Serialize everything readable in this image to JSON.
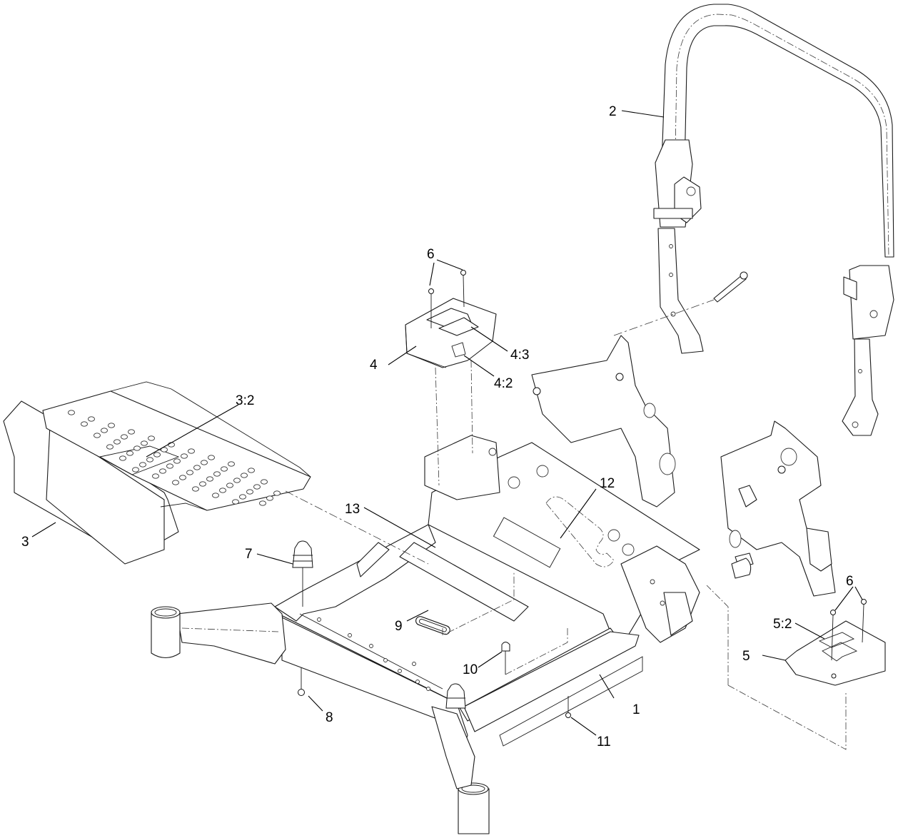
{
  "diagram": {
    "type": "exploded-parts-diagram",
    "subject": "mower frame, roll bar, foot platform and covers",
    "colors": {
      "line": "#1a1a1a",
      "background": "#ffffff"
    },
    "callouts": [
      {
        "id": "1",
        "label": "1",
        "part": "main-frame"
      },
      {
        "id": "2",
        "label": "2",
        "part": "roll-bar"
      },
      {
        "id": "3",
        "label": "3",
        "part": "foot-platform"
      },
      {
        "id": "3:2",
        "label": "3:2",
        "part": "foot-platform-decal"
      },
      {
        "id": "4",
        "label": "4",
        "part": "left-cover"
      },
      {
        "id": "4:2",
        "label": "4:2",
        "part": "left-cover-decal"
      },
      {
        "id": "4:3",
        "label": "4:3",
        "part": "left-cover-top-decal"
      },
      {
        "id": "5",
        "label": "5",
        "part": "right-cover"
      },
      {
        "id": "5:2",
        "label": "5:2",
        "part": "right-cover-decal"
      },
      {
        "id": "6a",
        "label": "6",
        "part": "screw-left-cover"
      },
      {
        "id": "6b",
        "label": "6",
        "part": "screw-right-cover"
      },
      {
        "id": "7",
        "label": "7",
        "part": "bumper"
      },
      {
        "id": "8",
        "label": "8",
        "part": "nut"
      },
      {
        "id": "9",
        "label": "9",
        "part": "grommet"
      },
      {
        "id": "10",
        "label": "10",
        "part": "bumper-small"
      },
      {
        "id": "11",
        "label": "11",
        "part": "nut-small"
      },
      {
        "id": "12",
        "label": "12",
        "part": "frame-decal"
      },
      {
        "id": "13",
        "label": "13",
        "part": "frame-bracket-decal"
      }
    ]
  }
}
